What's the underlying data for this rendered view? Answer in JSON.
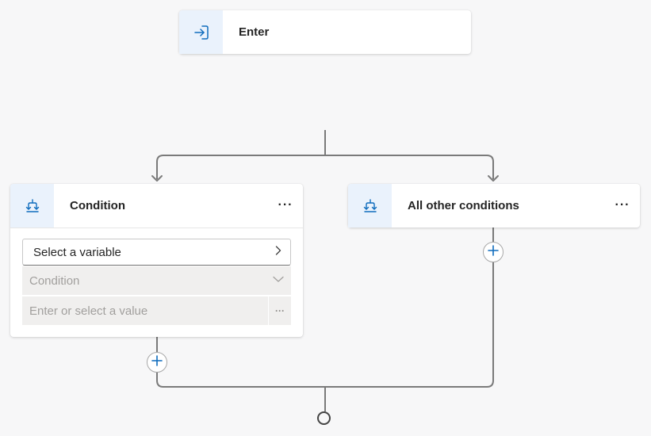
{
  "enter_node": {
    "title": "Enter",
    "icon": "enter-arrow-icon"
  },
  "condition_branch": {
    "title": "Condition",
    "icon": "branch-icon",
    "more_label": "···",
    "variable_select": {
      "label": "Select a variable",
      "icon": "chevron-right-icon"
    },
    "condition_dropdown": {
      "placeholder": "Condition",
      "icon": "chevron-down-icon"
    },
    "value_input": {
      "placeholder": "Enter or select a value",
      "more_label": "···"
    }
  },
  "other_branch": {
    "title": "All other conditions",
    "icon": "branch-icon",
    "more_label": "···"
  },
  "add_node_icon": "plus-icon",
  "colors": {
    "accent": "#0f6cbd",
    "connector": "#7a7a7a",
    "icon_bg": "#eaf2fc",
    "field_bg": "#f0efee",
    "canvas_bg": "#f7f7f8"
  }
}
